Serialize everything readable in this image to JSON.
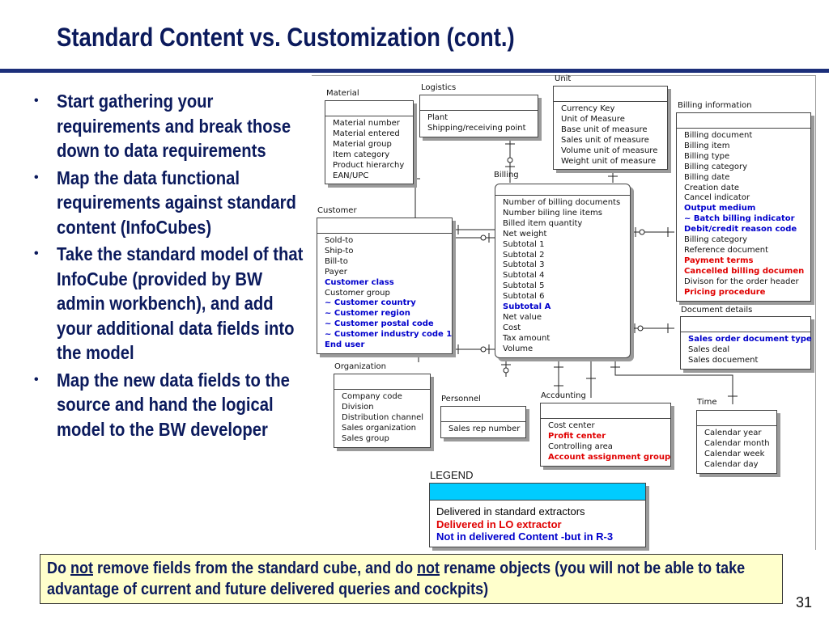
{
  "title": "Standard Content vs. Customization (cont.)",
  "bullets": [
    "Start gathering your requirements and break those down to data requirements",
    "Map the data functional requirements against standard content (InfoCubes)",
    "Take the standard model of that InfoCube (provided by BW admin workbench), and add your additional data fields into the model",
    "Map the new data fields to the source and hand the logical model to the BW developer"
  ],
  "entities": {
    "material": {
      "label": "Material",
      "fields": [
        {
          "text": "Material number",
          "style": "normal"
        },
        {
          "text": "Material entered",
          "style": "normal"
        },
        {
          "text": "Material group",
          "style": "normal"
        },
        {
          "text": "Item category",
          "style": "normal"
        },
        {
          "text": "Product hierarchy",
          "style": "normal"
        },
        {
          "text": "EAN/UPC",
          "style": "normal"
        }
      ]
    },
    "logistics": {
      "label": "Logistics",
      "fields": [
        {
          "text": "Plant",
          "style": "normal"
        },
        {
          "text": "Shipping/receiving point",
          "style": "normal"
        }
      ]
    },
    "unit": {
      "label": "Unit",
      "fields": [
        {
          "text": "Currency Key",
          "style": "normal"
        },
        {
          "text": "Unit of Measure",
          "style": "normal"
        },
        {
          "text": "Base unit of measure",
          "style": "normal"
        },
        {
          "text": "Sales unit of measure",
          "style": "normal"
        },
        {
          "text": "Volume unit of measure",
          "style": "normal"
        },
        {
          "text": "Weight unit of measure",
          "style": "normal"
        }
      ]
    },
    "billing_information": {
      "label": "Billing information",
      "fields": [
        {
          "text": "Billing document",
          "style": "normal"
        },
        {
          "text": "Billing item",
          "style": "normal"
        },
        {
          "text": "Billing type",
          "style": "normal"
        },
        {
          "text": "Billing category",
          "style": "normal"
        },
        {
          "text": "Billing date",
          "style": "normal"
        },
        {
          "text": "Creation date",
          "style": "normal"
        },
        {
          "text": "Cancel indicator",
          "style": "normal"
        },
        {
          "text": "Output medium",
          "style": "blue"
        },
        {
          "text": "~ Batch billing indicator",
          "style": "blue"
        },
        {
          "text": "Debit/credit reason code",
          "style": "blue"
        },
        {
          "text": "Billing category",
          "style": "normal"
        },
        {
          "text": "Reference document",
          "style": "normal"
        },
        {
          "text": "Payment terms",
          "style": "red"
        },
        {
          "text": "Cancelled billing documen",
          "style": "red"
        },
        {
          "text": "Divison for the order header",
          "style": "normal"
        },
        {
          "text": "Pricing procedure",
          "style": "red"
        }
      ]
    },
    "billing": {
      "label": "Billing",
      "fields": [
        {
          "text": "Number of billing documents",
          "style": "normal"
        },
        {
          "text": "Number biling line items",
          "style": "normal"
        },
        {
          "text": "Billed item quantity",
          "style": "normal"
        },
        {
          "text": "Net weight",
          "style": "normal"
        },
        {
          "text": "Subtotal 1",
          "style": "normal"
        },
        {
          "text": "Subtotal 2",
          "style": "normal"
        },
        {
          "text": "Subtotal 3",
          "style": "normal"
        },
        {
          "text": "Subtotal 4",
          "style": "normal"
        },
        {
          "text": "Subtotal 5",
          "style": "normal"
        },
        {
          "text": "Subtotal 6",
          "style": "normal"
        },
        {
          "text": "Subtotal A",
          "style": "blue"
        },
        {
          "text": "Net value",
          "style": "normal"
        },
        {
          "text": "Cost",
          "style": "normal"
        },
        {
          "text": "Tax amount",
          "style": "normal"
        },
        {
          "text": "Volume",
          "style": "normal"
        }
      ]
    },
    "customer": {
      "label": "Customer",
      "fields": [
        {
          "text": "Sold-to",
          "style": "normal"
        },
        {
          "text": "Ship-to",
          "style": "normal"
        },
        {
          "text": "Bill-to",
          "style": "normal"
        },
        {
          "text": "Payer",
          "style": "normal"
        },
        {
          "text": "Customer class",
          "style": "blue"
        },
        {
          "text": "Customer group",
          "style": "normal"
        },
        {
          "text": "~ Customer country",
          "style": "blue"
        },
        {
          "text": "~ Customer region",
          "style": "blue"
        },
        {
          "text": "~ Customer postal code",
          "style": "blue"
        },
        {
          "text": "~ Customer industry code 1",
          "style": "blue"
        },
        {
          "text": "End user",
          "style": "blue"
        }
      ]
    },
    "document_details": {
      "label": "Document details",
      "fields": [
        {
          "text": "Sales order document type",
          "style": "blue"
        },
        {
          "text": "Sales deal",
          "style": "normal"
        },
        {
          "text": "Sales docuement",
          "style": "normal"
        }
      ]
    },
    "organization": {
      "label": "Organization",
      "fields": [
        {
          "text": "Company code",
          "style": "normal"
        },
        {
          "text": "Division",
          "style": "normal"
        },
        {
          "text": "Distribution channel",
          "style": "normal"
        },
        {
          "text": "Sales organization",
          "style": "normal"
        },
        {
          "text": "Sales group",
          "style": "normal"
        }
      ]
    },
    "personnel": {
      "label": "Personnel",
      "fields": [
        {
          "text": "Sales rep number",
          "style": "normal"
        }
      ]
    },
    "accounting": {
      "label": "Accounting",
      "fields": [
        {
          "text": "Cost center",
          "style": "normal"
        },
        {
          "text": "Profit center",
          "style": "red"
        },
        {
          "text": "Controlling area",
          "style": "normal"
        },
        {
          "text": "Account assignment group",
          "style": "red"
        }
      ]
    },
    "time": {
      "label": "Time",
      "fields": [
        {
          "text": "Calendar year",
          "style": "normal"
        },
        {
          "text": "Calendar month",
          "style": "normal"
        },
        {
          "text": "Calendar week",
          "style": "normal"
        },
        {
          "text": "Calendar day",
          "style": "normal"
        }
      ]
    }
  },
  "legend": {
    "title": "LEGEND",
    "items": [
      {
        "text": "Delivered in standard extractors",
        "style": "normal"
      },
      {
        "text": "Delivered in LO extractor",
        "style": "red"
      },
      {
        "text": "Not in delivered Content -but in R-3",
        "style": "blue"
      }
    ],
    "header_color": "#00ccff"
  },
  "note": {
    "p1": "Do ",
    "u1": "not",
    "p2": " remove fields from the standard cube, and do ",
    "u2": "not",
    "p3": " rename objects (you will not be able to take advantage of current and future delivered queries and cockpits)"
  },
  "slide_number": "31",
  "colors": {
    "title": "#0b1a5c",
    "added_field": "#0000cc",
    "lo_field": "#e00000",
    "note_bg": "#ffffcc"
  }
}
